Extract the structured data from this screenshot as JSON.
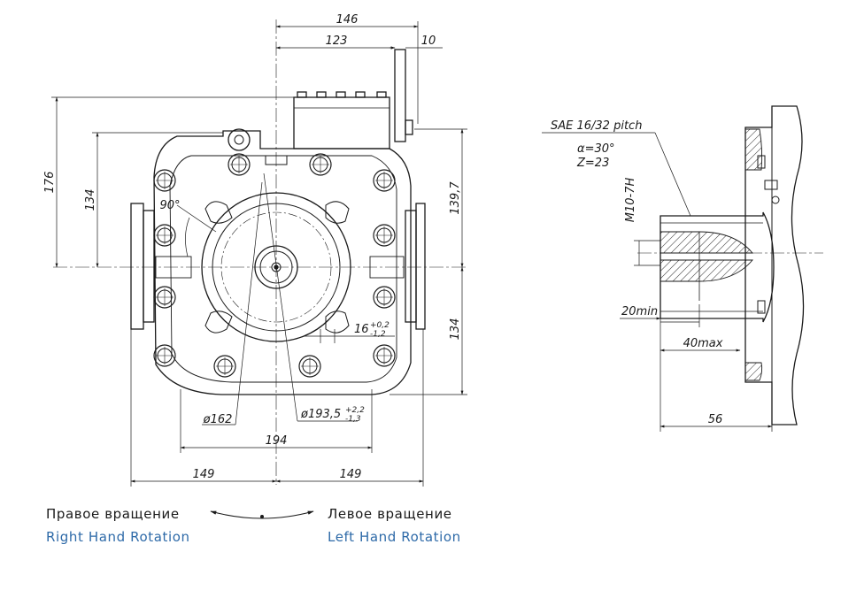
{
  "front_view": {
    "dims": {
      "w146": "146",
      "w123": "123",
      "w10": "10",
      "h176": "176",
      "h134_left": "134",
      "h139_7": "139,7",
      "h134_right": "134",
      "angle90": "90°",
      "tol16_base": "16",
      "tol16_upper": "+0,2",
      "tol16_lower": "-1,2",
      "dia162": "ø162",
      "dia193_base": "ø193,5",
      "dia193_upper": "+2,2",
      "dia193_lower": "-1,3",
      "w194": "194",
      "w149_left": "149",
      "w149_right": "149"
    }
  },
  "shaft_view": {
    "spline": "SAE 16/32 pitch",
    "alpha": "α=30°",
    "teeth": "Z=23",
    "thread": "M10-7H",
    "min20": "20min",
    "max40": "40max",
    "len56": "56"
  },
  "rotation": {
    "right_ru": "Правое вращение",
    "right_en": "Right Hand Rotation",
    "left_ru": "Левое вращение",
    "left_en": "Left Hand Rotation"
  },
  "colors": {
    "line": "#1a1a1a",
    "english_caption": "#2e6aa8"
  }
}
